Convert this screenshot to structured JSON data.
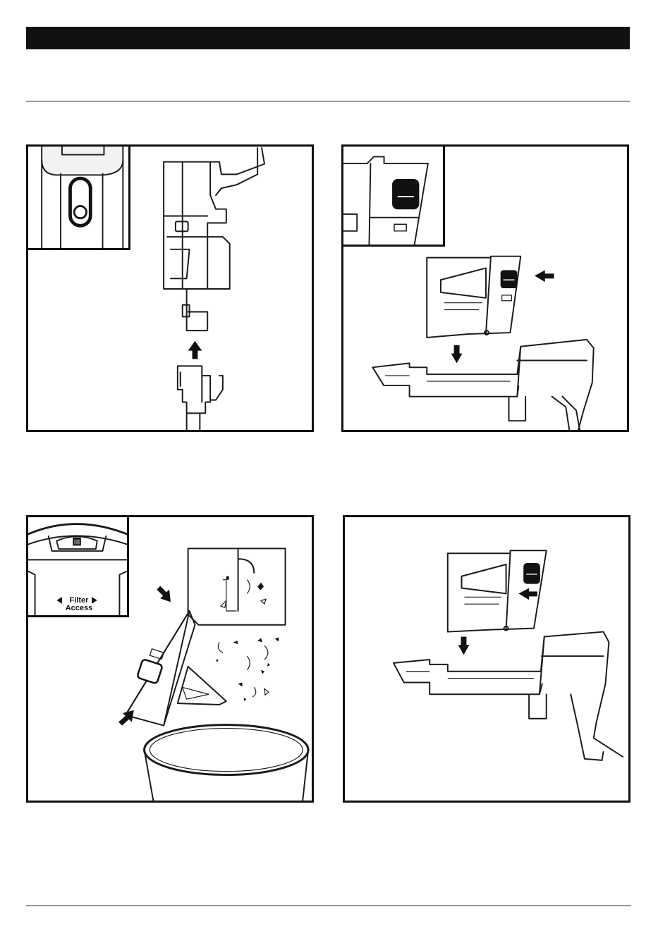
{
  "page": {
    "header_bar_color": "#111111"
  },
  "panels": [
    {
      "id": "step-1",
      "description_icons": [
        "release-button-icon",
        "arrow-up-icon"
      ]
    },
    {
      "id": "step-2",
      "description_icons": [
        "release-button-icon",
        "arrow-left-icon",
        "arrow-down-icon"
      ]
    },
    {
      "id": "step-3",
      "inset": {
        "label_line1": "Filter",
        "label_line2": "Access"
      },
      "description_icons": [
        "arrow-down-right-icon",
        "arrow-up-right-icon",
        "trash-bin-icon"
      ]
    },
    {
      "id": "step-4",
      "description_icons": [
        "arrow-left-icon",
        "arrow-down-icon"
      ]
    }
  ]
}
